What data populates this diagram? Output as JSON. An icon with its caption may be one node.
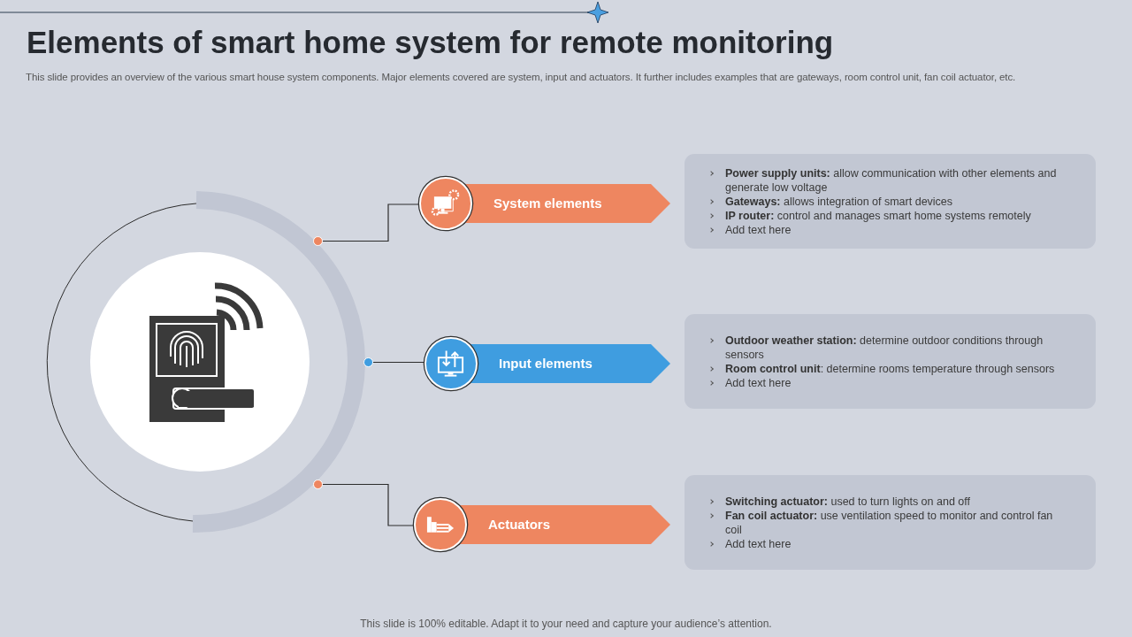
{
  "diagram": {
    "title": "Elements of smart home system for remote monitoring",
    "nodes": [
      {
        "text": [],
        "shape": "circle"
      },
      {
        "text": [],
        "shape": "circle"
      },
      {
        "text": [
          "System elements"
        ]
      },
      {
        "text": [
          "**Power supply units:** allow communication with other elements and generate low voltage",
          "**Gateways:** allows integration of smart devices",
          "**IP router:** control and manages smart home systems remotely",
          "Add text here"
        ]
      },
      {
        "text": [],
        "shape": "circle"
      },
      {
        "text": [
          "Input elements"
        ]
      },
      {
        "text": [
          "**Outdoor weather station:** determine outdoor conditions through sensors",
          "**Room control unit**: determine rooms temperature through sensors",
          "Add text here"
        ]
      },
      {
        "text": [],
        "shape": "circle"
      },
      {
        "text": [
          "Actuators"
        ]
      },
      {
        "text": [
          "**Switching actuator:** used to turn lights on and off",
          "**Fan coil actuator:** use ventilation speed to monitor and control fan coil",
          "Add text here"
        ]
      }
    ],
    "edges": [
      {
        "from": 1,
        "to": 2,
        "arrow": "none"
      },
      {
        "from": 4,
        "to": 5,
        "arrow": "none"
      },
      {
        "from": 7,
        "to": 8,
        "arrow": "none"
      }
    ],
    "labels": [
      "This slide provides an overview of the various smart house system components. Major elements covered are system, input and actuators. It further includes examples that are gateways, room control unit, fan coil actuator, etc.",
      "This slide is 100% editable. Adapt it to your need and capture your audience’s attention."
    ]
  }
}
